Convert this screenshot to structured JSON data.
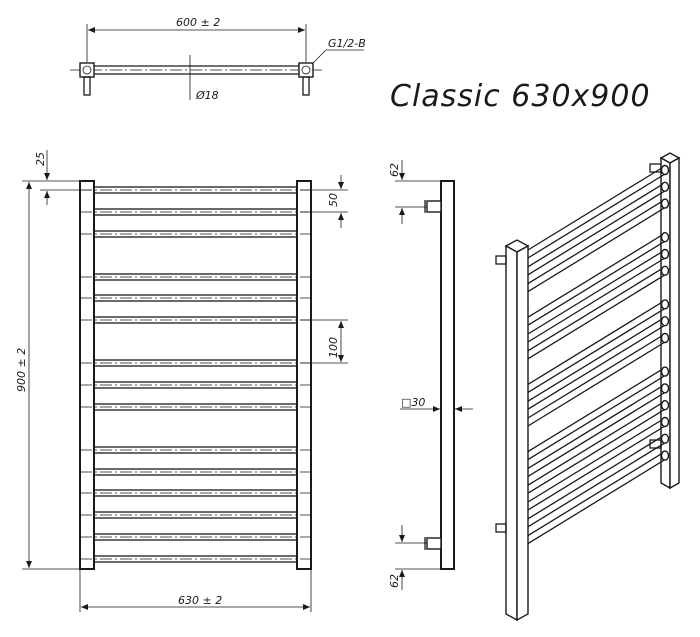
{
  "title": "Classic 630x900",
  "dims": {
    "top_width": "600 ± 2",
    "connection": "G1/2-B",
    "pipe_dia": "Ø18",
    "height": "900 ± 2",
    "width": "630 ± 2",
    "top_offset": "25",
    "spacing_small": "50",
    "spacing_large": "100",
    "profile": "□30",
    "bracket_top": "62",
    "bracket_bottom": "62"
  },
  "colors": {
    "line": "#1a1a1a",
    "background": "#ffffff"
  }
}
